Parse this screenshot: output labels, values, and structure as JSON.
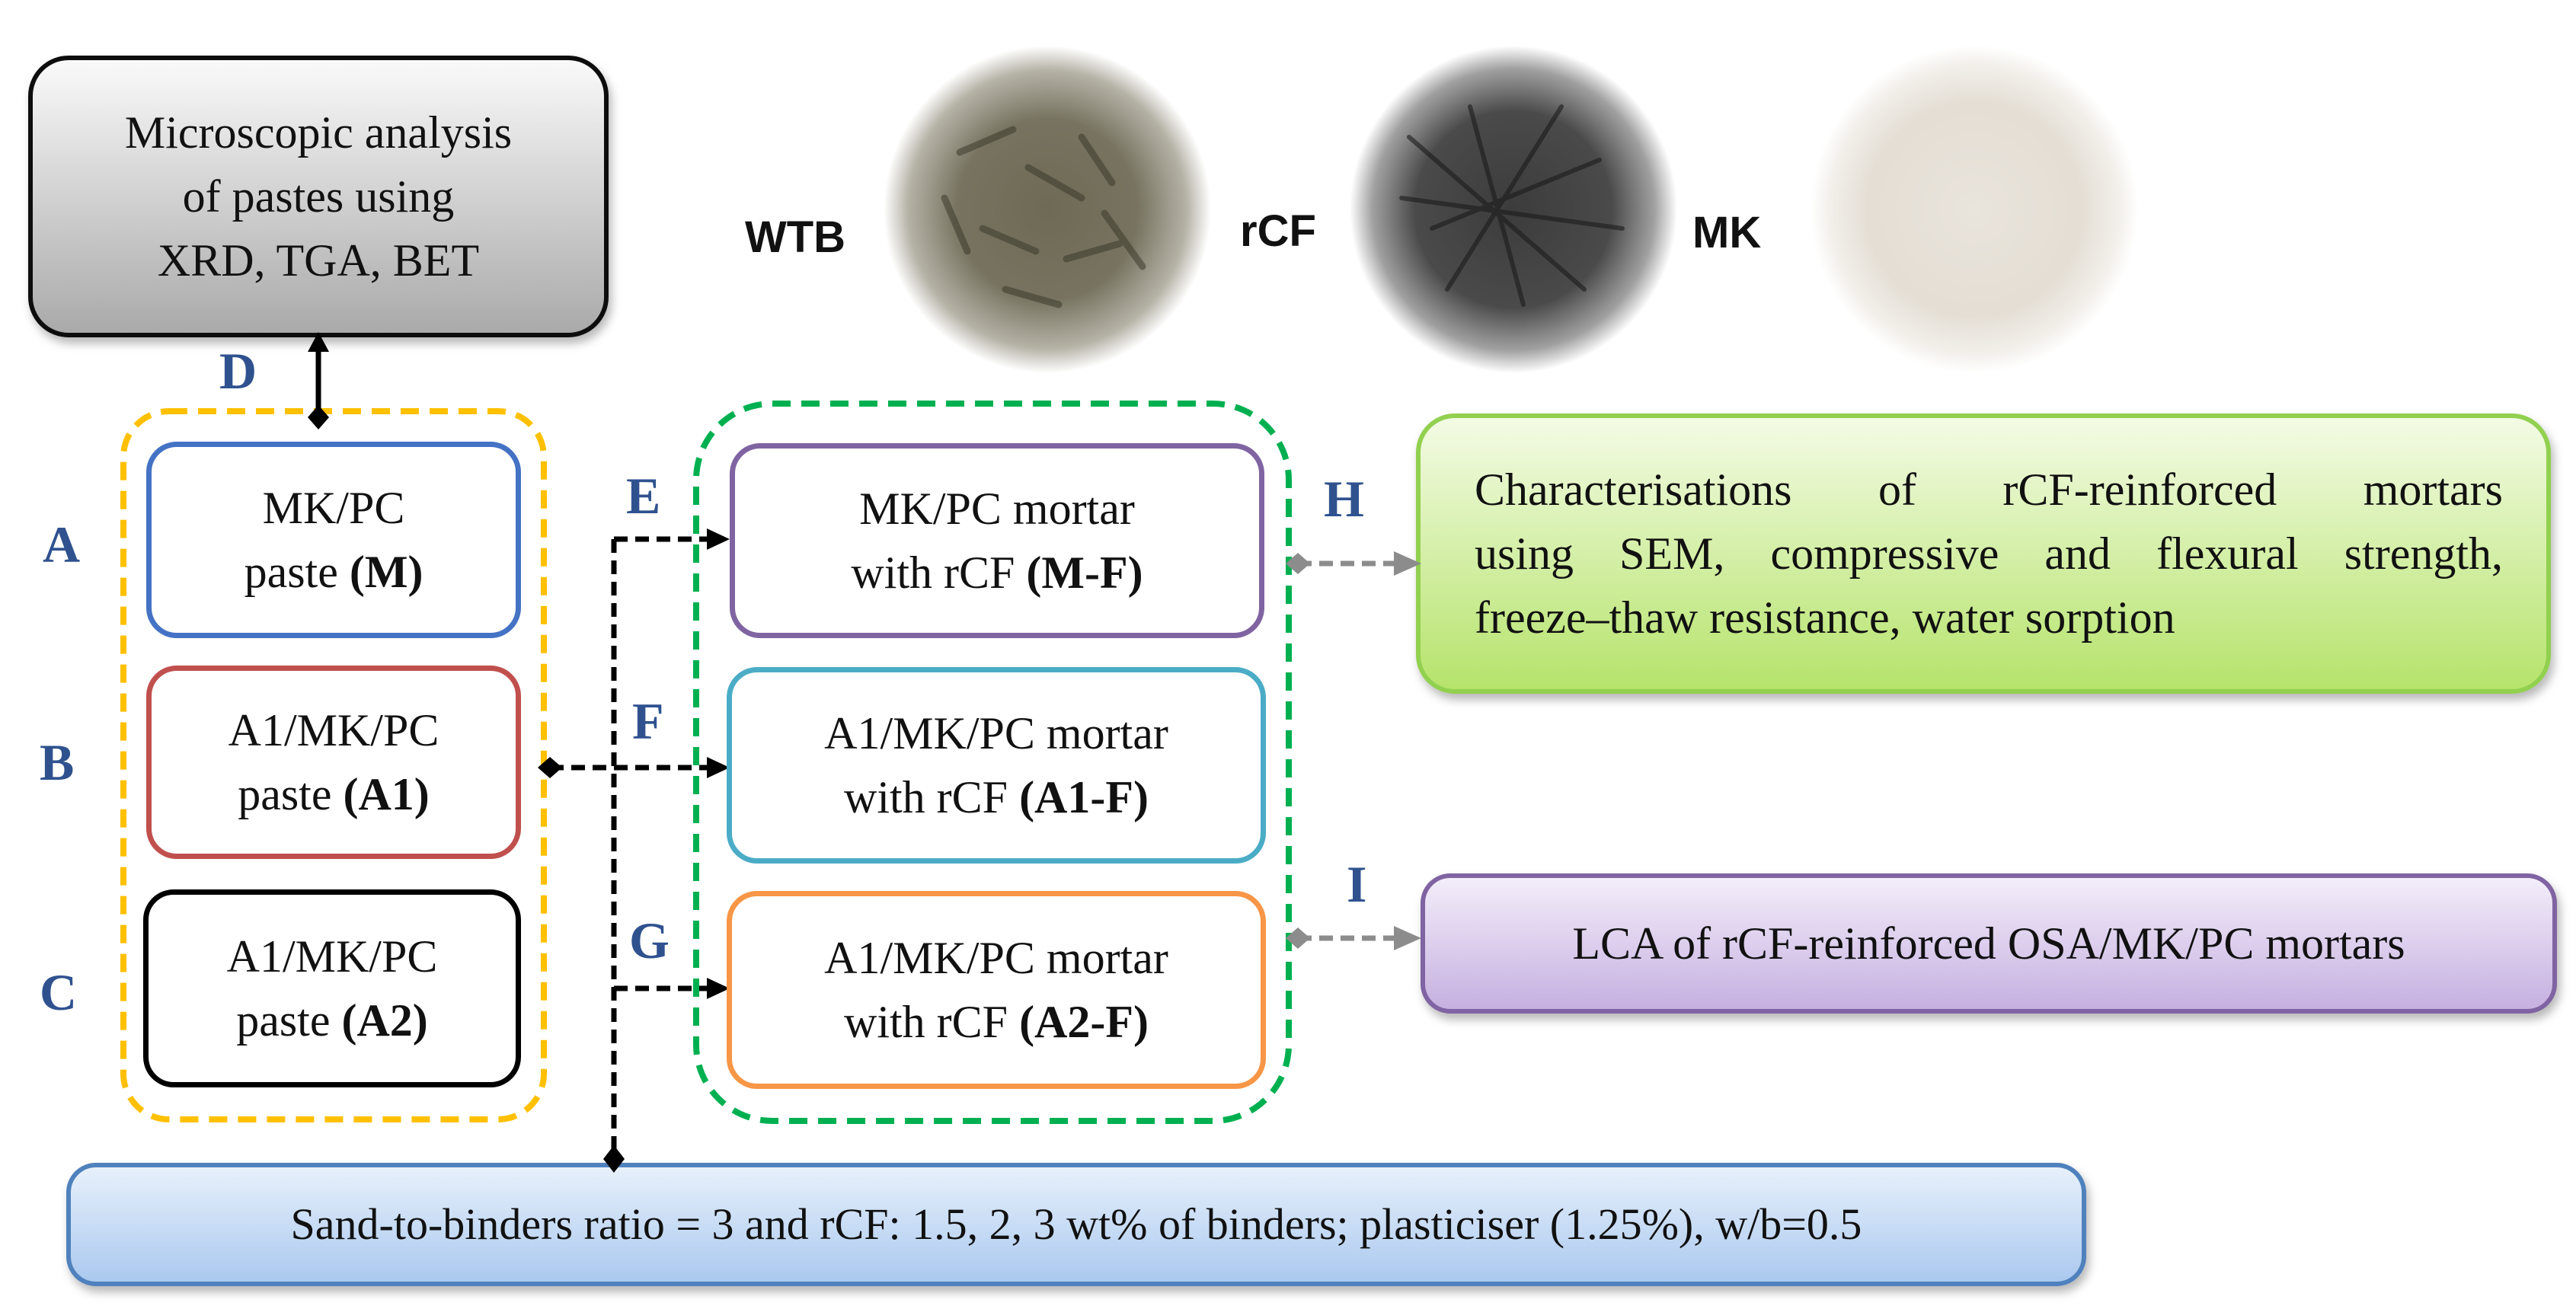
{
  "photos": {
    "wtb": "WTB",
    "rcf": "rCF",
    "mk": "MK"
  },
  "letters": {
    "a": "A",
    "b": "B",
    "c": "C",
    "d": "D",
    "e": "E",
    "f": "F",
    "g": "G",
    "h": "H",
    "i": "I"
  },
  "microscopic": {
    "line1": "Microscopic analysis",
    "line2": "of pastes using",
    "line3": "XRD, TGA, BET"
  },
  "pastes": {
    "m": {
      "line1": "MK/PC",
      "line2_pre": "paste ",
      "code": "(M)"
    },
    "a1": {
      "line1": "A1/MK/PC",
      "line2_pre": "paste ",
      "code": "(A1)"
    },
    "a2": {
      "line1": "A1/MK/PC",
      "line2_pre": "paste ",
      "code": "(A2)"
    }
  },
  "mortars": {
    "mf": {
      "line1": "MK/PC mortar",
      "line2_pre": "with rCF ",
      "code": "(M-F)"
    },
    "a1f": {
      "line1": "A1/MK/PC mortar",
      "line2_pre": "with rCF ",
      "code": "(A1-F)"
    },
    "a2f": {
      "line1": "A1/MK/PC mortar",
      "line2_pre": "with rCF ",
      "code": "(A2-F)"
    }
  },
  "characterisation": {
    "line1": "Characterisations of rCF-reinforced mortars",
    "line2": "using SEM, compressive and flexural strength,",
    "line3": "freeze–thaw resistance, water sorption"
  },
  "lca": {
    "text": "LCA of rCF-reinforced OSA/MK/PC mortars"
  },
  "mix": {
    "text": "Sand-to-binders ratio = 3 and rCF: 1.5, 2, 3 wt% of binders; plasticiser (1.25%), w/b=0.5"
  },
  "colors": {
    "paste_group": "#ffc000",
    "mortar_group": "#00b050",
    "m_border": "#4472c4",
    "a1_border": "#c0504d",
    "a2_border": "#000000",
    "mf_border": "#8064a2",
    "a1f_border": "#4bacc6",
    "a2f_border": "#f79646",
    "letters": "#2f528f"
  }
}
